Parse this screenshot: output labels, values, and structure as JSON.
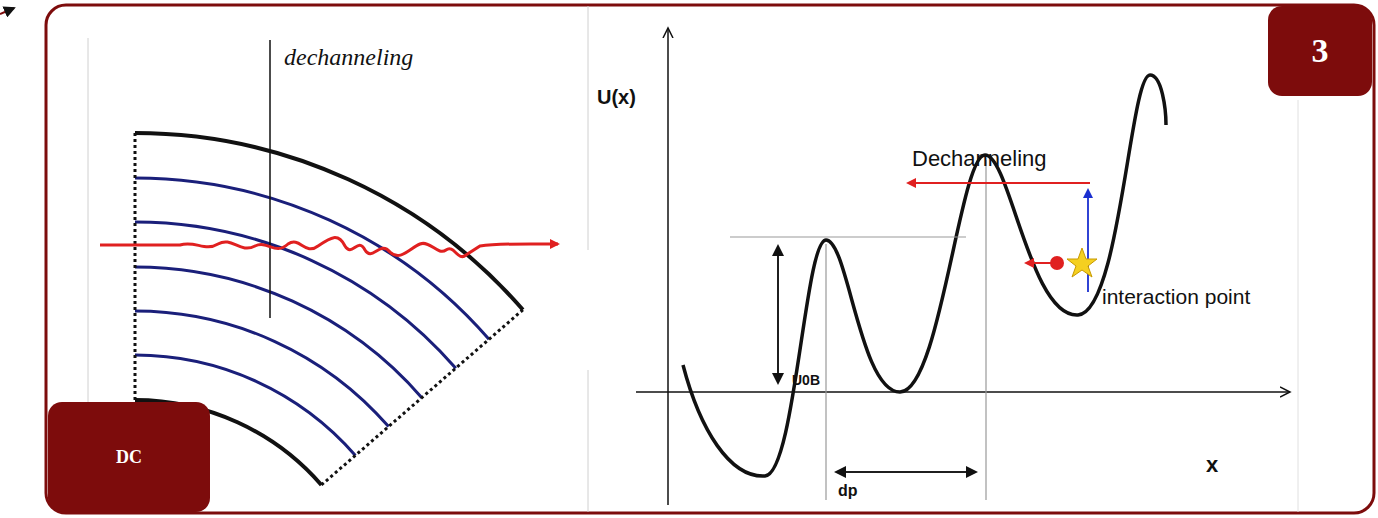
{
  "diagram": {
    "nodes": [
      {
        "text": [
          "3"
        ]
      },
      {
        "text": [
          "DC"
        ]
      }
    ],
    "labels": [
      "dechanneling",
      "U(x)",
      "Dechanneling",
      "U0B",
      "interaction point",
      "x",
      "dp"
    ]
  }
}
